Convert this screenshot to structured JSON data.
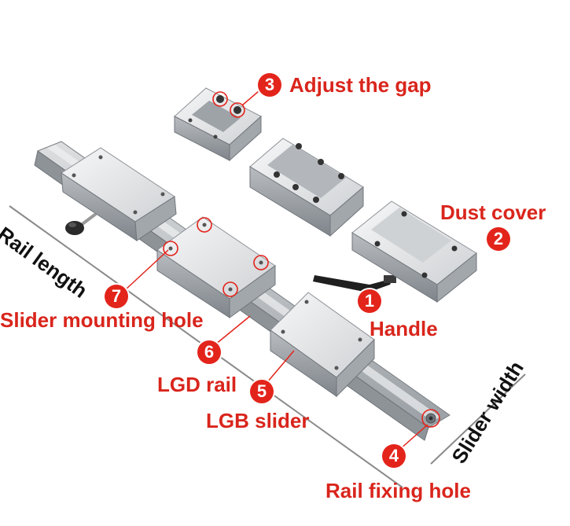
{
  "labels": {
    "adjust_gap": "Adjust the gap",
    "dust_cover": "Dust cover",
    "rail_length": "Rail length",
    "slider_mounting_hole": "Slider mounting hole",
    "handle": "Handle",
    "lgd_rail": "LGD rail",
    "lgb_slider": "LGB slider",
    "slider_width": "Slider width",
    "rail_fixing_hole": "Rail fixing hole"
  },
  "badges": {
    "b1": "1",
    "b2": "2",
    "b3": "3",
    "b4": "4",
    "b5": "5",
    "b6": "6",
    "b7": "7"
  },
  "colors": {
    "accent_red": "#e3241b",
    "label_red": "#d9251c",
    "metal_light": "#e8e9ea",
    "metal_mid": "#c3c6c9",
    "metal_dark": "#8d9297"
  }
}
